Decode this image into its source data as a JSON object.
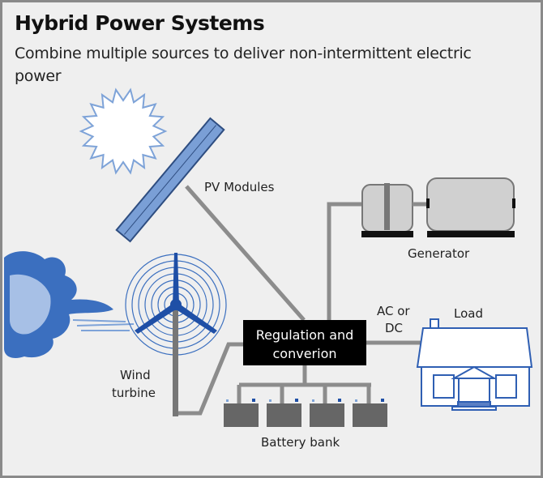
{
  "header": {
    "title": "Hybrid Power Systems",
    "subtitle": "Combine multiple sources to deliver non-intermittent electric power"
  },
  "components": {
    "pv": {
      "label": "PV Modules",
      "icon": "solar-panel-icon"
    },
    "sun": {
      "icon": "sun-icon"
    },
    "generator": {
      "label": "Generator",
      "icon": "generator-icon"
    },
    "wind": {
      "label_line1": "Wind",
      "label_line2": "turbine",
      "icon": "wind-turbine-icon"
    },
    "wind_face": {
      "icon": "wind-blowing-face-icon"
    },
    "regulation": {
      "label_line1": "Regulation and",
      "label_line2": "converion"
    },
    "battery": {
      "label": "Battery bank",
      "count": 4,
      "icon": "battery-icon"
    },
    "output": {
      "label_line1": "AC or",
      "label_line2": "DC"
    },
    "load": {
      "label": "Load",
      "icon": "house-icon"
    }
  },
  "colors": {
    "background": "#efefef",
    "wire": "#8c8c8c",
    "accent_blue": "#2f5fb3",
    "panel_blue": "#7a9fd6",
    "battery_gray": "#666666",
    "box_black": "#000000"
  }
}
